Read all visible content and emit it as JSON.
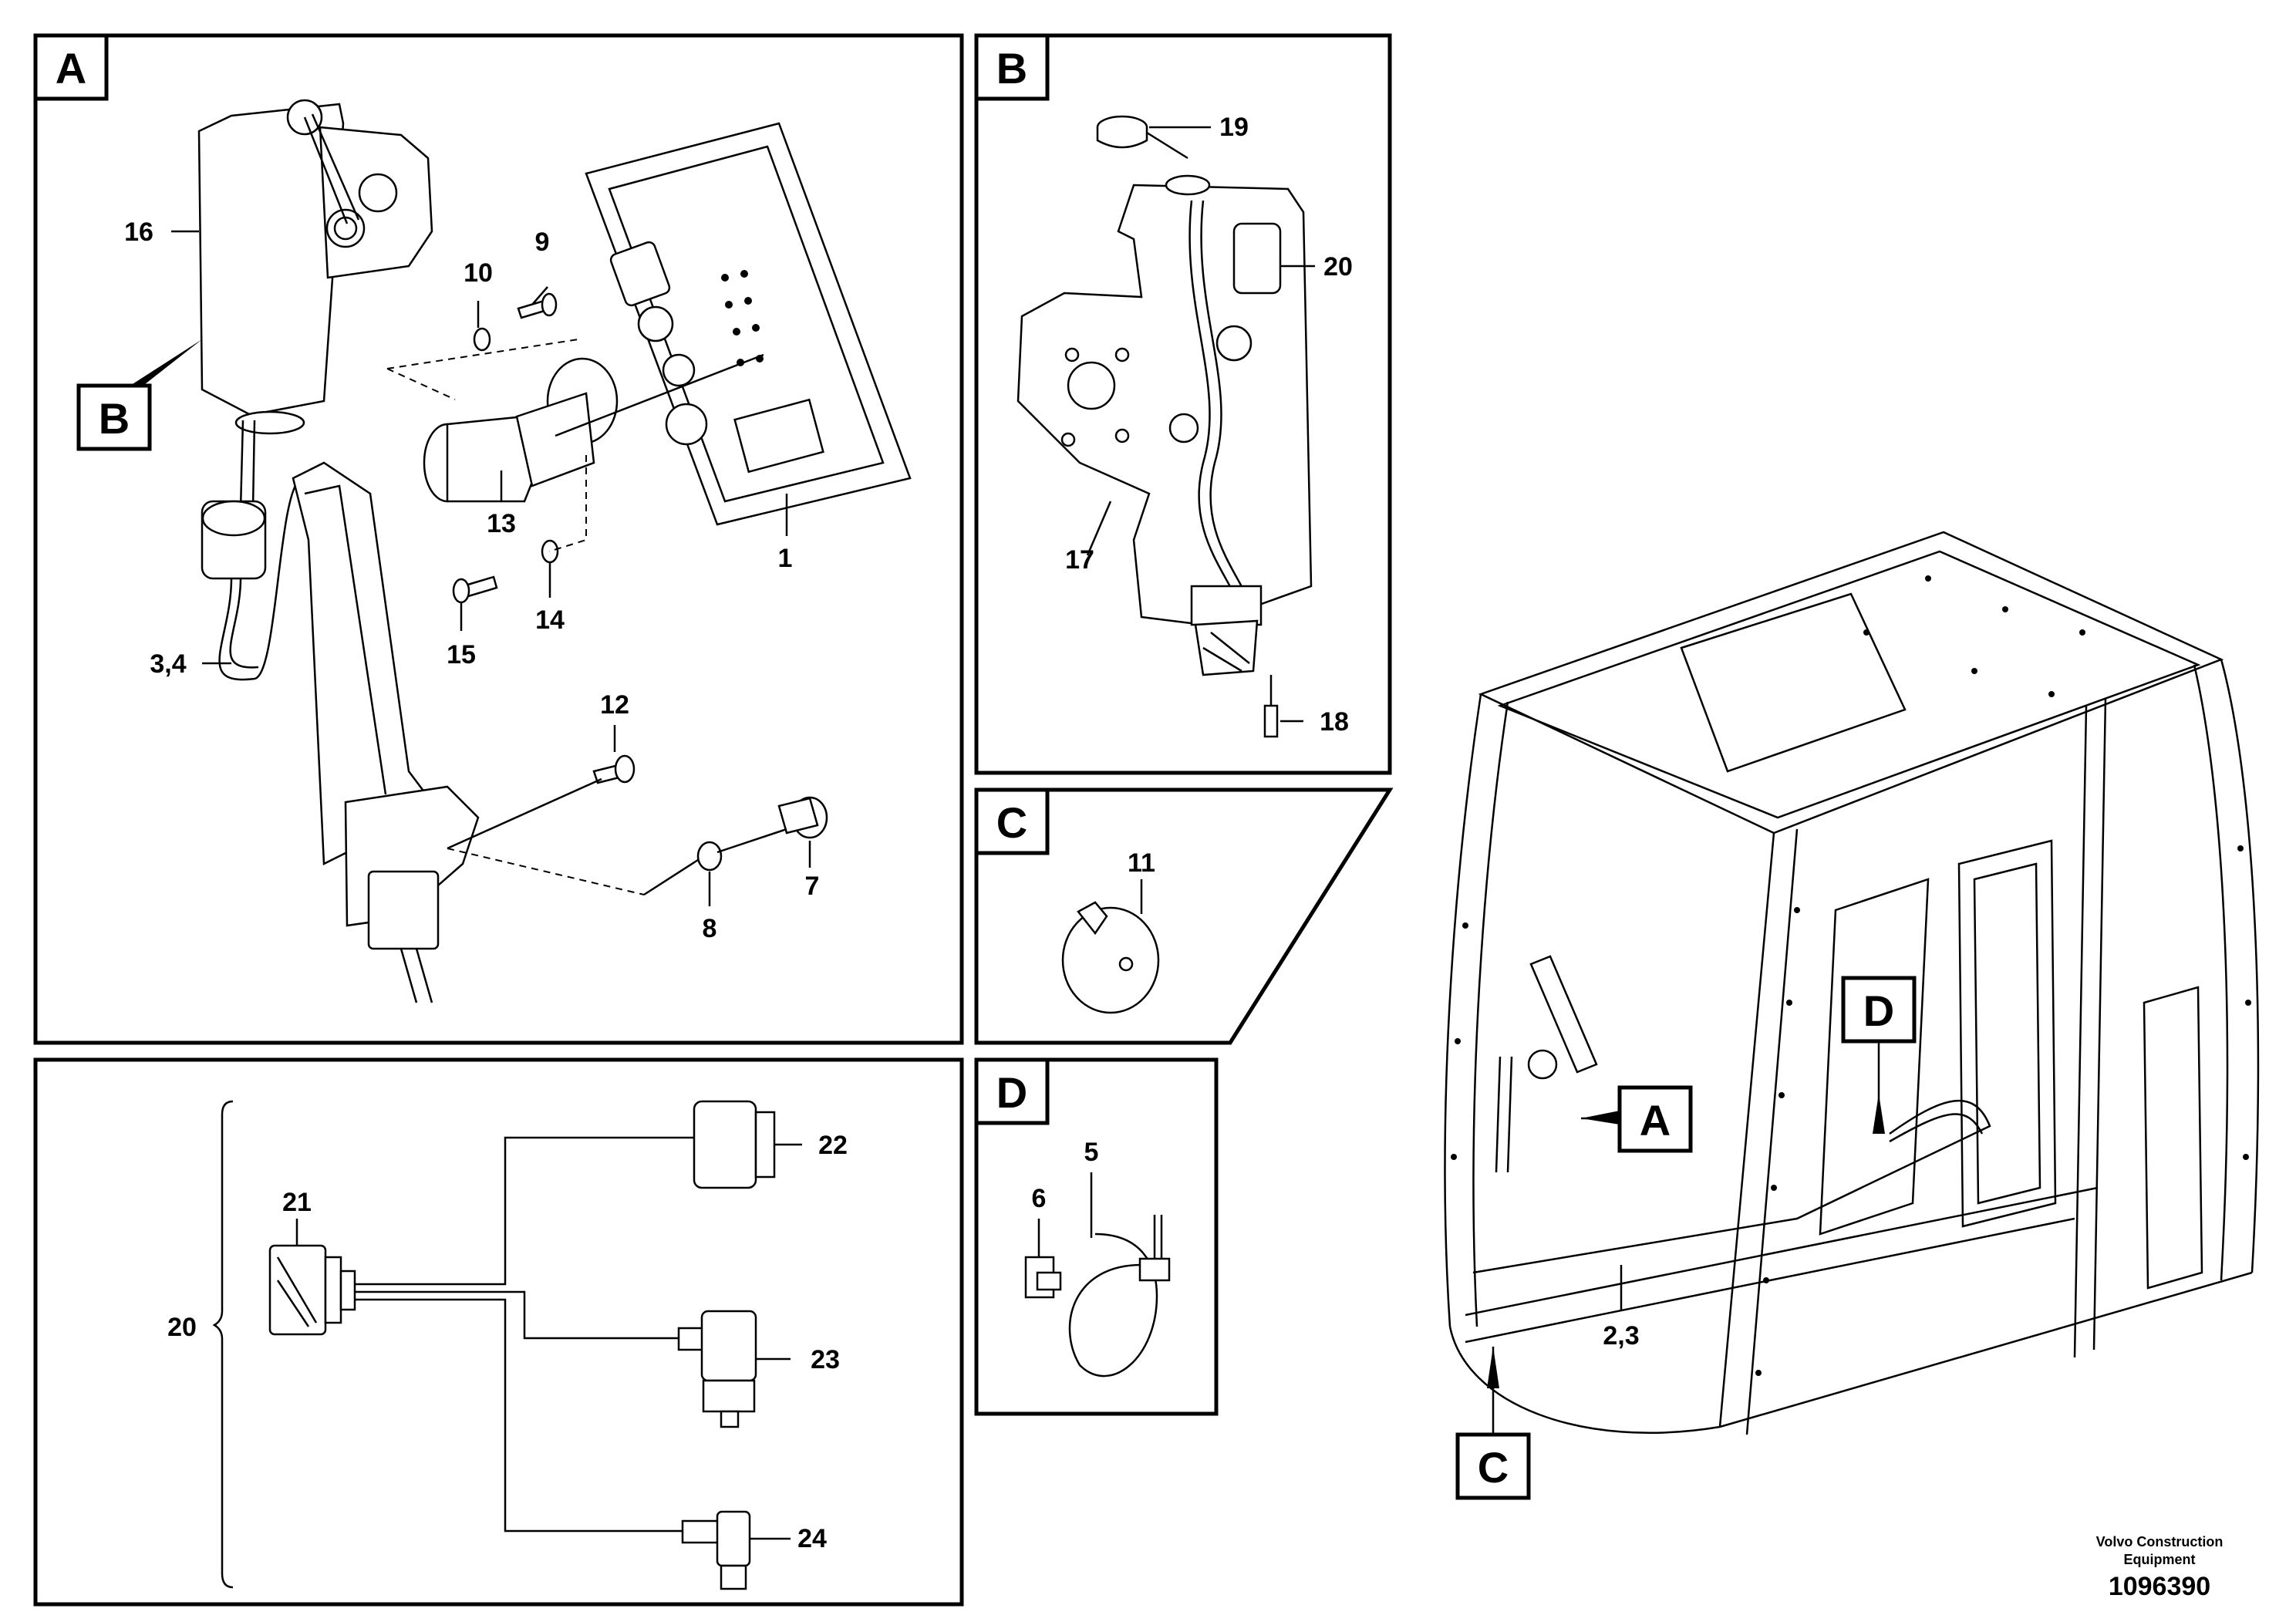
{
  "panels": {
    "A": {
      "tag": "A",
      "labels": {
        "p16": "16",
        "p10": "10",
        "p9": "9",
        "p13": "13",
        "p1": "1",
        "p14": "14",
        "p15": "15",
        "p3_4": "3,4",
        "p12": "12",
        "p8": "8",
        "p7": "7"
      },
      "sub_tag": "B"
    },
    "B": {
      "tag": "B",
      "labels": {
        "p19": "19",
        "p20": "20",
        "p17": "17",
        "p18": "18"
      }
    },
    "C": {
      "tag": "C",
      "labels": {
        "p11": "11"
      }
    },
    "D": {
      "tag": "D",
      "labels": {
        "p6": "6",
        "p5": "5"
      }
    },
    "E": {
      "labels": {
        "p20": "20",
        "p21": "21",
        "p22": "22",
        "p23": "23",
        "p24": "24"
      }
    },
    "cab": {
      "tags": {
        "A": "A",
        "C": "C",
        "D": "D"
      },
      "labels": {
        "p2_3": "2,3"
      }
    }
  },
  "footer": {
    "line1": "Volvo Construction",
    "line2": "Equipment",
    "number": "1096390"
  }
}
